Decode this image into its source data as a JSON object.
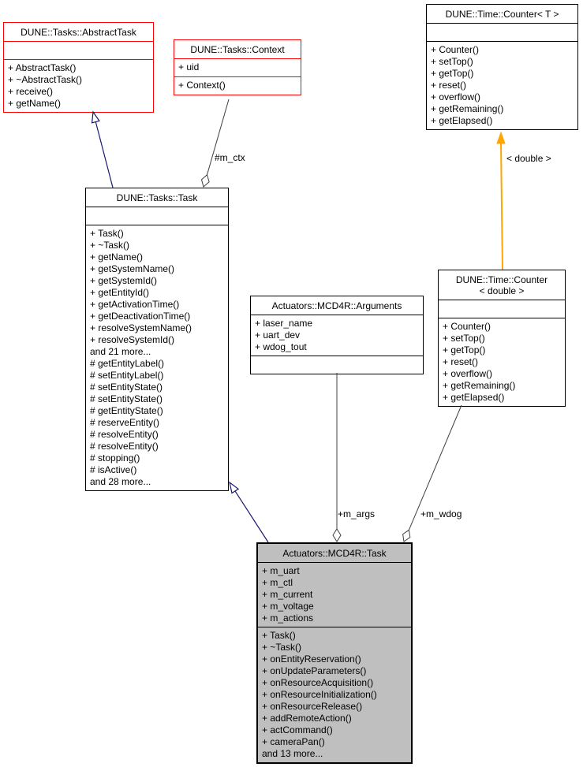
{
  "diagram_type": "uml-collaboration-diagram",
  "colors": {
    "node_border_red": "#ff0000",
    "node_border_black": "#000000",
    "node_fill": "#ffffff",
    "highlight_node_fill": "#bfbfbf",
    "inheritance_arrow": "#191970",
    "template_arrow": "#ffa500",
    "aggregation_line": "#404040"
  },
  "classes": {
    "abstract_task": {
      "title": "DUNE::Tasks::AbstractTask",
      "attributes": [],
      "methods": [
        "+ AbstractTask()",
        "+ ~AbstractTask()",
        "+ receive()",
        "+ getName()"
      ]
    },
    "context": {
      "title": "DUNE::Tasks::Context",
      "attributes": [
        "+ uid"
      ],
      "methods": [
        "+ Context()"
      ]
    },
    "counter_t": {
      "title": "DUNE::Time::Counter< T >",
      "attributes": [],
      "methods": [
        "+ Counter()",
        "+ setTop()",
        "+ getTop()",
        "+ reset()",
        "+ overflow()",
        "+ getRemaining()",
        "+ getElapsed()"
      ]
    },
    "task": {
      "title": "DUNE::Tasks::Task",
      "attributes": [],
      "methods": [
        "+ Task()",
        "+ ~Task()",
        "+ getName()",
        "+ getSystemName()",
        "+ getSystemId()",
        "+ getEntityId()",
        "+ getActivationTime()",
        "+ getDeactivationTime()",
        "+ resolveSystemName()",
        "+ resolveSystemId()",
        "and 21 more...",
        "# getEntityLabel()",
        "# setEntityLabel()",
        "# setEntityState()",
        "# setEntityState()",
        "# getEntityState()",
        "# reserveEntity()",
        "# resolveEntity()",
        "# resolveEntity()",
        "# stopping()",
        "# isActive()",
        "and 28 more..."
      ]
    },
    "arguments": {
      "title": "Actuators::MCD4R::Arguments",
      "attributes": [
        "+ laser_name",
        "+ uart_dev",
        "+ wdog_tout"
      ],
      "methods": []
    },
    "counter_double": {
      "title": "DUNE::Time::Counter",
      "title_line2": "< double >",
      "attributes": [],
      "methods": [
        "+ Counter()",
        "+ setTop()",
        "+ getTop()",
        "+ reset()",
        "+ overflow()",
        "+ getRemaining()",
        "+ getElapsed()"
      ]
    },
    "mcd4r_task": {
      "title": "Actuators::MCD4R::Task",
      "attributes": [
        "+ m_uart",
        "+ m_ctl",
        "+ m_current",
        "+ m_voltage",
        "+ m_actions"
      ],
      "methods": [
        "+ Task()",
        "+ ~Task()",
        "+ onEntityReservation()",
        "+ onUpdateParameters()",
        "+ onResourceAcquisition()",
        "+ onResourceInitialization()",
        "+ onResourceRelease()",
        "+ addRemoteAction()",
        "+ actCommand()",
        "+ cameraPan()",
        "and 13 more..."
      ]
    }
  },
  "edges": [
    {
      "type": "inheritance",
      "from": "task",
      "to": "abstract_task",
      "label": ""
    },
    {
      "type": "inheritance",
      "from": "mcd4r_task",
      "to": "task",
      "label": ""
    },
    {
      "type": "template-instance",
      "from": "counter_double",
      "to": "counter_t",
      "label": "< double >"
    },
    {
      "type": "aggregation",
      "from": "context",
      "to": "task",
      "label": "#m_ctx"
    },
    {
      "type": "aggregation",
      "from": "arguments",
      "to": "mcd4r_task",
      "label": "+m_args"
    },
    {
      "type": "aggregation",
      "from": "counter_double",
      "to": "mcd4r_task",
      "label": "+m_wdog"
    }
  ],
  "edge_labels": {
    "m_ctx": "#m_ctx",
    "template_args": "< double >",
    "m_args": "+m_args",
    "m_wdog": "+m_wdog"
  }
}
